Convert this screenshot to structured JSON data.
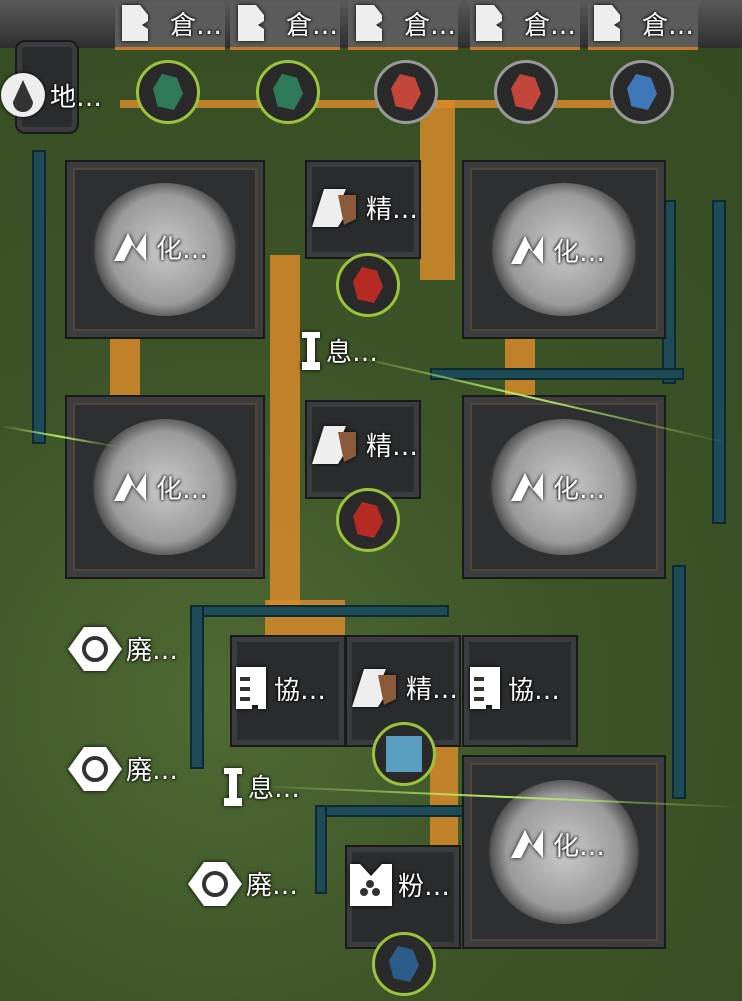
{
  "storage": [
    {
      "label": "倉…"
    },
    {
      "label": "倉…"
    },
    {
      "label": "倉…"
    },
    {
      "label": "倉…"
    },
    {
      "label": "倉…"
    }
  ],
  "top_items": [
    {
      "icon": "green-ore-icon",
      "color": "#2f7a5a",
      "ring": "#9cc43a"
    },
    {
      "icon": "green-ore-icon",
      "color": "#2f7a5a",
      "ring": "#9cc43a"
    },
    {
      "icon": "red-crystal-icon",
      "color": "#c2473a",
      "ring": "#9a9a9a"
    },
    {
      "icon": "red-crystal-icon",
      "color": "#c2473a",
      "ring": "#9a9a9a"
    },
    {
      "icon": "blue-crystal-icon",
      "color": "#3f78b8",
      "ring": "#9a9a9a"
    }
  ],
  "pump": {
    "label": "地…"
  },
  "chem": [
    {
      "label": "化…"
    },
    {
      "label": "化…"
    },
    {
      "label": "化…"
    },
    {
      "label": "化…"
    },
    {
      "label": "化…"
    }
  ],
  "refiners": [
    {
      "label": "精…"
    },
    {
      "label": "精…"
    },
    {
      "label": "精…"
    }
  ],
  "relays": [
    {
      "label": "息…"
    },
    {
      "label": "息…"
    }
  ],
  "coop": [
    {
      "label": "協…"
    },
    {
      "label": "協…"
    }
  ],
  "waste": [
    {
      "label": "廃…"
    },
    {
      "label": "廃…"
    },
    {
      "label": "廃…"
    }
  ],
  "grinder": {
    "label": "粉…"
  },
  "colors": {
    "belt": "#d78a2a",
    "pipe": "#1e4b58",
    "accent_ring": "#9cc43a"
  }
}
